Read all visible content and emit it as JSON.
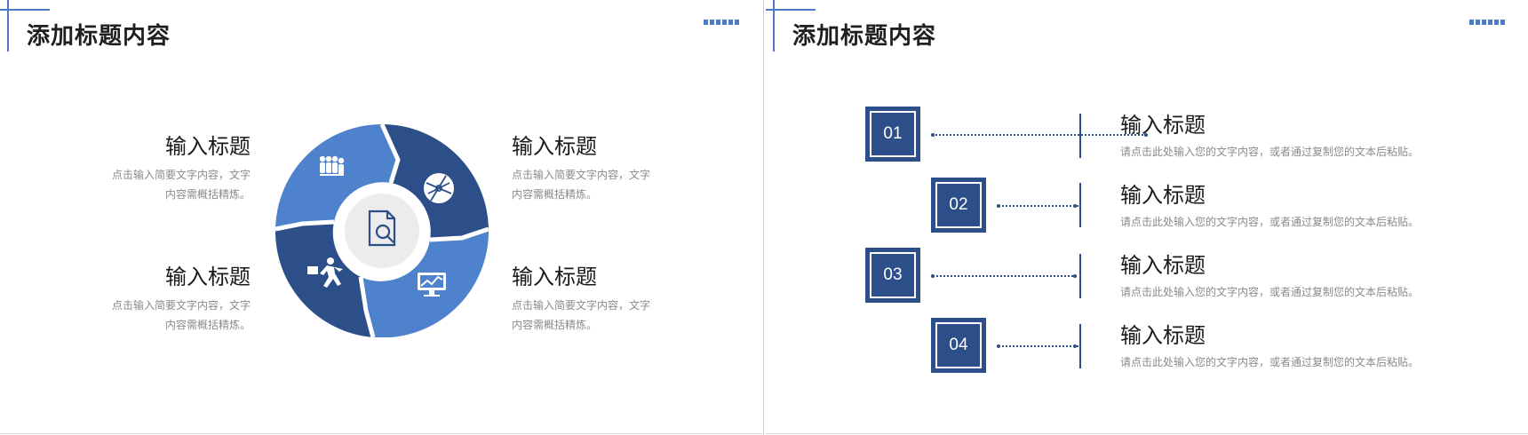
{
  "slide1": {
    "title": "添加标题内容",
    "items": [
      {
        "title": "输入标题",
        "desc_line1": "点击输入简要文字内容，文字",
        "desc_line2": "内容需概括精炼。"
      },
      {
        "title": "输入标题",
        "desc_line1": "点击输入简要文字内容，文字",
        "desc_line2": "内容需概括精炼。"
      },
      {
        "title": "输入标题",
        "desc_line1": "点击输入简要文字内容，文字",
        "desc_line2": "内容需概括精炼。"
      },
      {
        "title": "输入标题",
        "desc_line1": "点击输入简要文字内容，文字",
        "desc_line2": "内容需概括精炼。"
      }
    ],
    "wheel_icons": [
      "team-icon",
      "globe-icon",
      "analytics-monitor-icon",
      "runner-icon",
      "document-search-icon"
    ],
    "colors": {
      "dark": "#2c4f8a",
      "light": "#4f82cc",
      "center": "#ececec"
    }
  },
  "slide2": {
    "title": "添加标题内容",
    "rows": [
      {
        "num": "01",
        "title": "输入标题",
        "desc": "请点击此处输入您的文字内容，或者通过复制您的文本后粘贴。"
      },
      {
        "num": "02",
        "title": "输入标题",
        "desc": "请点击此处输入您的文字内容，或者通过复制您的文本后粘贴。"
      },
      {
        "num": "03",
        "title": "输入标题",
        "desc": "请点击此处输入您的文字内容，或者通过复制您的文本后粘贴。"
      },
      {
        "num": "04",
        "title": "输入标题",
        "desc": "请点击此处输入您的文字内容，或者通过复制您的文本后粘贴。"
      }
    ]
  },
  "accent_color": "#4a7cc8"
}
